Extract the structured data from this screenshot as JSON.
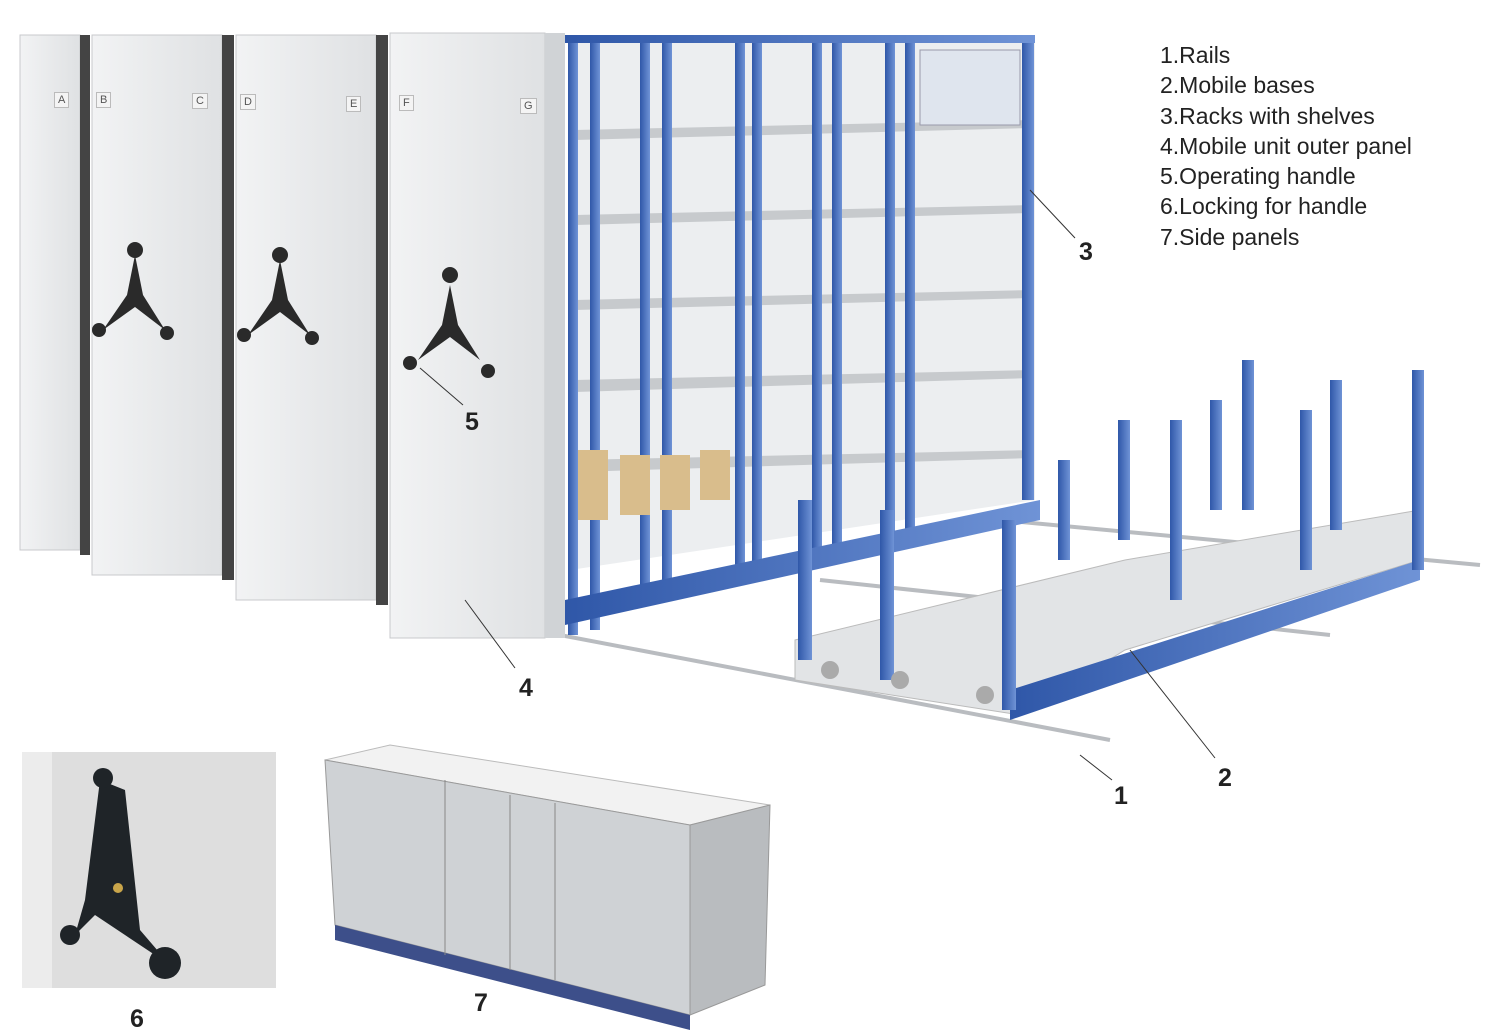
{
  "legend": [
    "1.Rails",
    "2.Mobile bases",
    "3.Racks with shelves",
    "4.Mobile unit outer panel",
    "5.Operating handle",
    "6.Locking for handle",
    "7.Side panels"
  ],
  "callouts": {
    "c1": "1",
    "c2": "2",
    "c3": "3",
    "c4": "4",
    "c5": "5",
    "c6": "6",
    "c7": "7"
  },
  "cabinet_labels": [
    "A",
    "B",
    "C",
    "D",
    "E",
    "F",
    "G"
  ],
  "colors": {
    "rack_blue": "#3d66b8",
    "panel_grey": "#e6e8ea",
    "handle_black": "#222222"
  }
}
